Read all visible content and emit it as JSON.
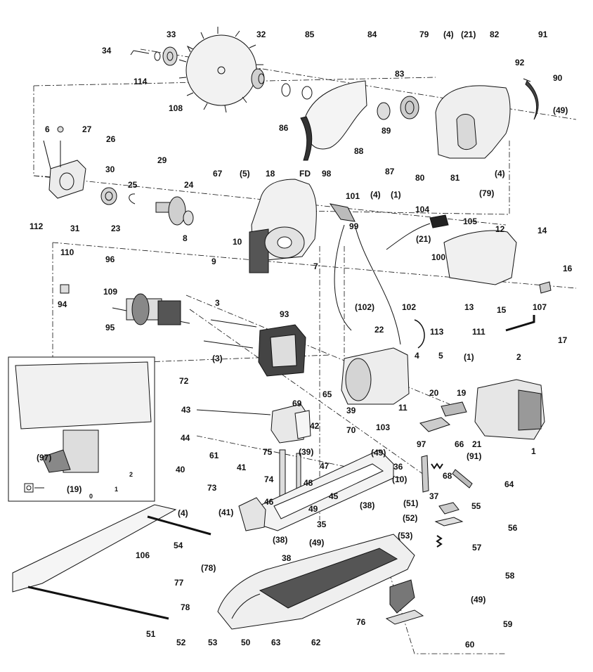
{
  "colors": {
    "ink": "#111111",
    "part_fill": "#e9e9e9",
    "dark_fill": "#555555",
    "paper": "#ffffff"
  },
  "labels": {
    "l34": "34",
    "l33": "33",
    "l32": "32",
    "l85": "85",
    "l84": "84",
    "l79a": "79",
    "l4a": "(4)",
    "l21a": "(21)",
    "l82": "82",
    "l91": "91",
    "l92": "92",
    "l90": "90",
    "l49a": "(49)",
    "l114": "114",
    "l108": "108",
    "l86": "86",
    "l83": "83",
    "l89": "89",
    "l88": "88",
    "l87": "87",
    "l80": "80",
    "l81": "81",
    "l4b": "(4)",
    "l79b": "(79)",
    "l6": "6",
    "l27": "27",
    "l26": "26",
    "l30": "30",
    "l29": "29",
    "l25": "25",
    "l24": "24",
    "l67": "67",
    "l5a": "(5)",
    "l18": "18",
    "lFD": "FD",
    "l98": "98",
    "l101": "101",
    "l4c": "(4)",
    "l1a": "(1)",
    "l104": "104",
    "l105": "105",
    "l99": "99",
    "l112": "112",
    "l31": "31",
    "l23": "23",
    "l8": "8",
    "l10": "10",
    "l9": "9",
    "l7": "7",
    "l21b": "(21)",
    "l100": "100",
    "l12": "12",
    "l14": "14",
    "l16": "16",
    "l110": "110",
    "l96": "96",
    "l109": "109",
    "l94": "94",
    "l95": "95",
    "l3a": "3",
    "l3b": "(3)",
    "l93": "93",
    "l102a": "(102)",
    "l102b": "102",
    "l13": "13",
    "l15": "15",
    "l111": "111",
    "l107": "107",
    "l17": "17",
    "l113": "113",
    "l22": "22",
    "l4d": "4",
    "l5b": "5",
    "l1b": "(1)",
    "l2": "2",
    "l72": "72",
    "l65": "65",
    "l11": "11",
    "l103": "103",
    "l20": "20",
    "l19a": "19",
    "l43": "43",
    "l69": "69",
    "l39a": "39",
    "l42": "42",
    "l44": "44",
    "l70": "70",
    "l21c": "21",
    "l97a": "97",
    "l1c": "1",
    "l61": "61",
    "l75": "75",
    "l39b": "(39)",
    "l66": "66",
    "l47": "47",
    "l49b": "(49)",
    "l91b": "(91)",
    "l40": "40",
    "l41a": "41",
    "l36": "36",
    "l68": "68",
    "l74": "74",
    "l48": "48",
    "l10b": "(10)",
    "l64": "64",
    "l73": "73",
    "l45": "45",
    "l38a": "(38)",
    "l51a": "(51)",
    "l37": "37",
    "l46": "46",
    "l49c": "49",
    "l52a": "(52)",
    "l55": "55",
    "l4e": "(4)",
    "l41b": "(41)",
    "l35": "35",
    "l49d": "(49)",
    "l53a": "(53)",
    "l56": "56",
    "l38b": "(38)",
    "l38c": "38",
    "l57": "57",
    "l106": "106",
    "l54": "54",
    "l78a": "(78)",
    "l77": "77",
    "l58": "58",
    "l78b": "78",
    "l49e": "(49)",
    "l59": "59",
    "l51b": "51",
    "l52b": "52",
    "l53b": "53",
    "l50": "50",
    "l63": "63",
    "l62": "62",
    "l60": "60",
    "l76": "76",
    "l97b": "(97)",
    "l19b": "(19)",
    "inset2": "2",
    "inset1": "1",
    "inset0": "0"
  }
}
